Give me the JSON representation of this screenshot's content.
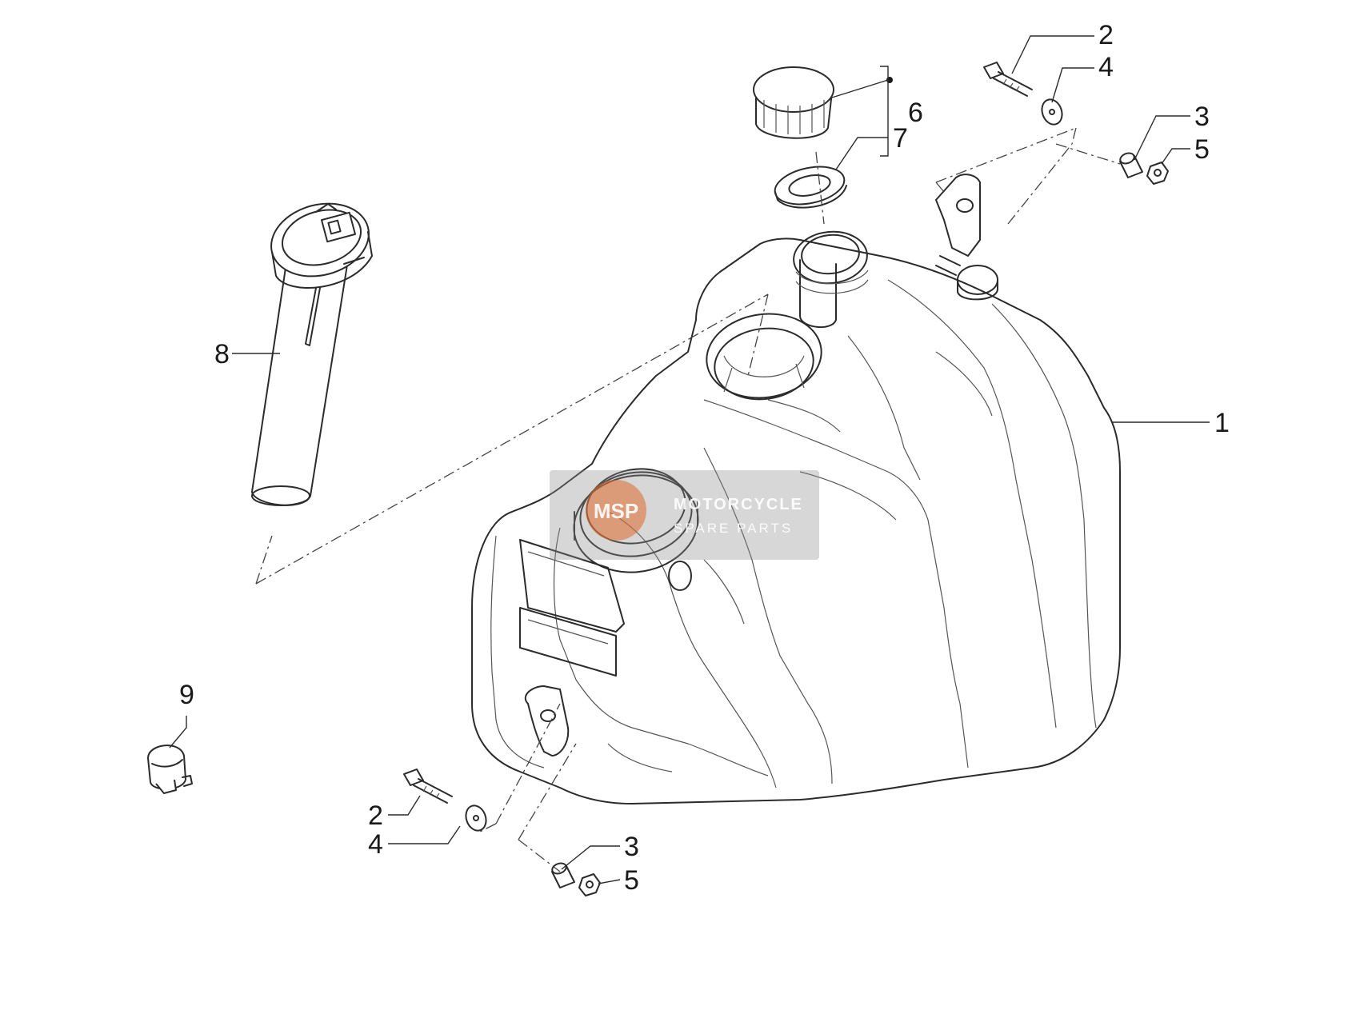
{
  "callouts": {
    "tank": "1",
    "bolt_top": "2",
    "washer_top": "4",
    "spacer_top": "3",
    "nut_top": "5",
    "cap_group": "6",
    "gasket": "7",
    "fuel_sender": "8",
    "clamp": "9",
    "bolt_bottom": "2",
    "washer_bottom": "4",
    "spacer_bottom": "3",
    "nut_bottom": "5"
  },
  "watermark": {
    "logo": "MSP",
    "line1": "MOTORCYCLE",
    "line2": "SPARE PARTS"
  }
}
